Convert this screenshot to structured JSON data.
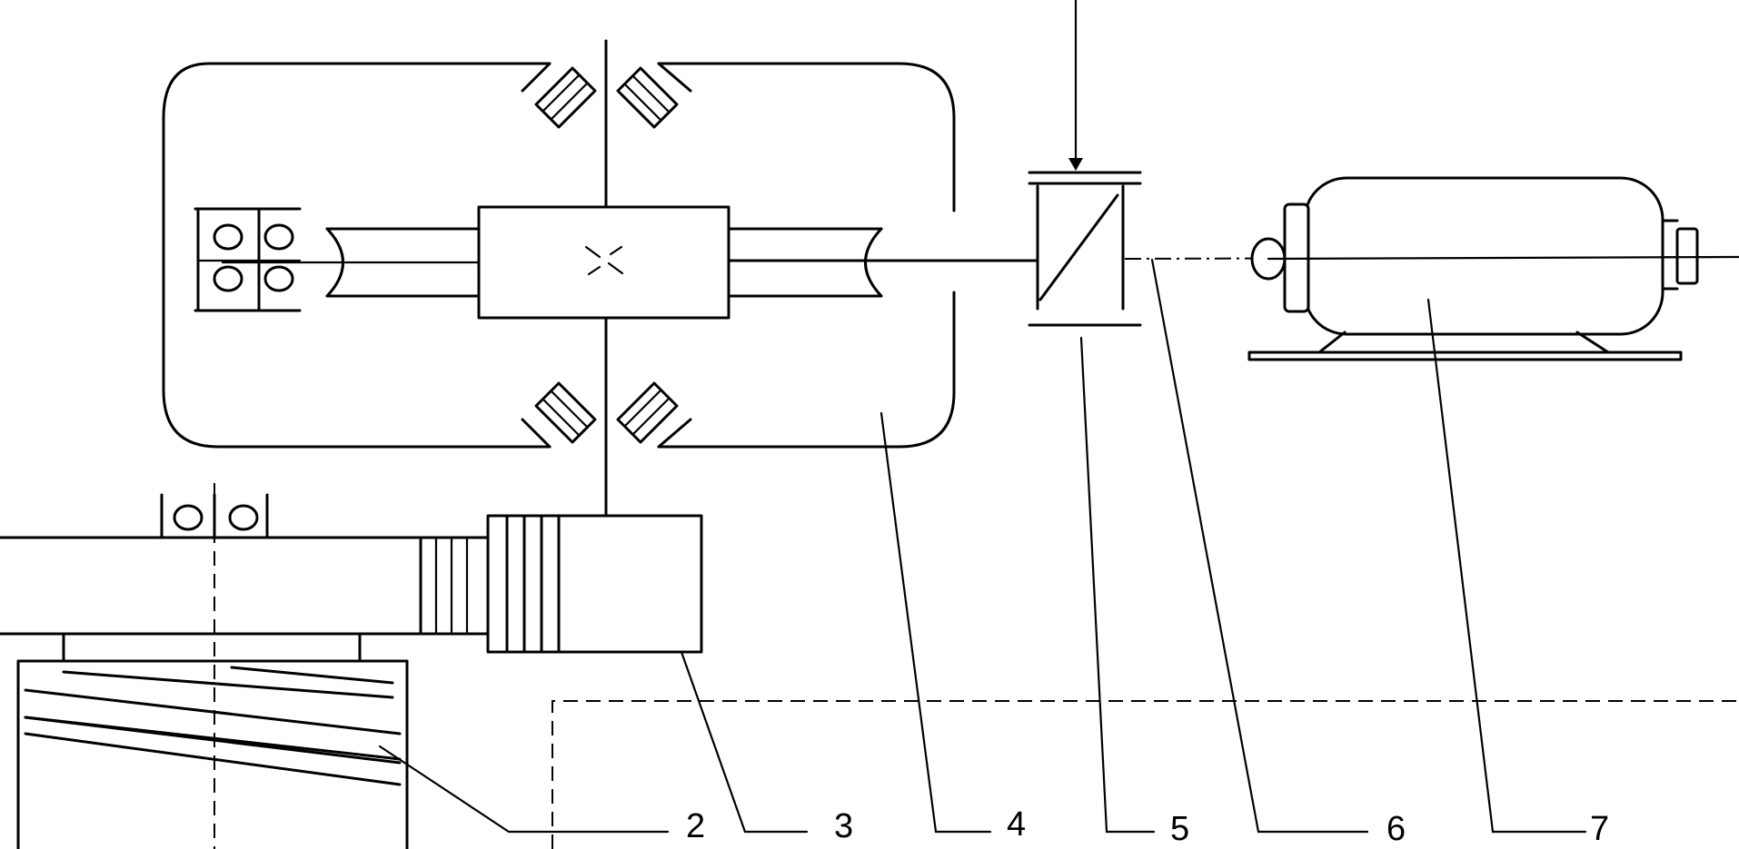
{
  "labels": {
    "l2": "2",
    "l3": "3",
    "l4": "4",
    "l5": "5",
    "l6": "6",
    "l7": "7"
  },
  "colors": {
    "ink": "#000000",
    "background": "#ffffff"
  }
}
